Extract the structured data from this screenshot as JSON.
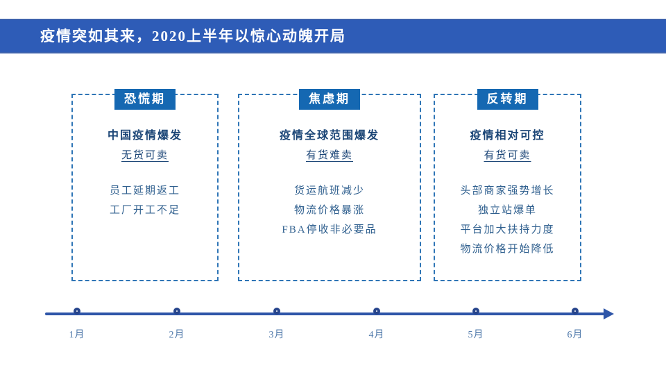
{
  "header": {
    "title": "疫情突如其来，2020上半年以惊心动魄开局"
  },
  "phases": [
    {
      "badge": "恐慌期",
      "heading": "中国疫情爆发",
      "subtitle": "无货可卖",
      "items": [
        "员工延期返工",
        "工厂开工不足"
      ]
    },
    {
      "badge": "焦虑期",
      "heading": "疫情全球范围爆发",
      "subtitle": "有货难卖",
      "items": [
        "货运航班减少",
        "物流价格暴涨",
        "FBA停收非必要品"
      ]
    },
    {
      "badge": "反转期",
      "heading": "疫情相对可控",
      "subtitle": "有货可卖",
      "items": [
        "头部商家强势增长",
        "独立站爆单",
        "平台加大扶持力度",
        "物流价格开始降低"
      ]
    }
  ],
  "timeline": {
    "months": [
      "1月",
      "2月",
      "3月",
      "4月",
      "5月",
      "6月"
    ]
  },
  "colors": {
    "header_bg": "#2e5cb7",
    "badge_bg": "#1568b2",
    "box_border": "#2e75b6",
    "heading_text": "#1c4677",
    "item_text": "#30608f",
    "timeline_line": "#2e55a8",
    "timeline_node_ring": "#27458c",
    "month_text": "#4d77a9"
  }
}
